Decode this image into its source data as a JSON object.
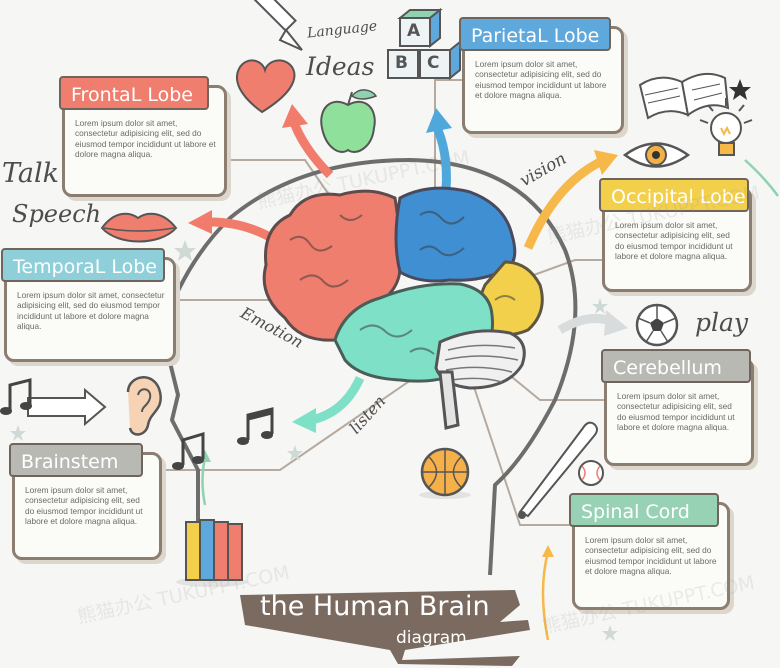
{
  "cards": {
    "frontal": {
      "title": "FrontaL Lobe",
      "color": "#f07e6e",
      "text": "Lorem ipsum dolor sit amet, consectetur adipisicing elit, sed do eiusmod tempor incididunt ut labore et dolore magna aliqua."
    },
    "parietal": {
      "title": "ParietaL Lobe",
      "color": "#5fa8dc",
      "text": "Lorem ipsum dolor sit amet, consectetur adipisicing elit, sed do eiusmod tempor incididunt ut labore et dolore magna aliqua."
    },
    "temporal": {
      "title": "TemporaL Lobe",
      "color": "#8ecfd9",
      "text": "Lorem ipsum dolor sit amet, consectetur adipisicing elit, sed do eiusmod tempor incididunt ut labore et dolore magna aliqua."
    },
    "occipital": {
      "title": "Occipital Lobe",
      "color": "#f3d04c",
      "text": "Lorem ipsum dolor sit amet, consectetur adipisicing elit, sed do eiusmod tempor incididunt ut labore et dolore magna aliqua."
    },
    "brainstem": {
      "title": "Brainstem",
      "color": "#b9b9b4",
      "text": "Lorem ipsum dolor sit amet, consectetur adipisicing elit, sed do eiusmod tempor incididunt ut labore et dolore magna aliqua."
    },
    "cerebellum": {
      "title": "Cerebellum",
      "color": "#b9b9b4",
      "text": "Lorem ipsum dolor sit amet, consectetur adipisicing elit, sed do eiusmod tempor incididunt ut labore et dolore magna aliqua."
    },
    "spinal": {
      "title": "Spinal Cord",
      "color": "#98d2b4",
      "text": "Lorem ipsum dolor sit amet, consectetur adipisicing elit, sed do eiusmod tempor incididunt ut labore et dolore magna aliqua."
    }
  },
  "labels": {
    "language": "Language",
    "ideas": "Ideas",
    "talk": "Talk",
    "speech": "Speech",
    "vision": "vision",
    "play": "play",
    "emotion": "Emotion",
    "listen": "listen"
  },
  "blocks": [
    "A",
    "B",
    "C"
  ],
  "banner": {
    "line1": "the Human Brain",
    "line2": "diagram"
  },
  "watermark": "熊猫办公 TUKUPPT.COM",
  "icons": [
    "pencil-icon",
    "heart-icon",
    "abc-blocks-icon",
    "apple-icon",
    "lips-icon",
    "book-icon",
    "lightbulb-icon",
    "eye-icon",
    "soccer-ball-icon",
    "music-note-icon",
    "ear-icon",
    "arrow-icon",
    "books-icon",
    "basketball-icon",
    "baseball-bat-icon",
    "baseball-icon",
    "star-icon"
  ]
}
